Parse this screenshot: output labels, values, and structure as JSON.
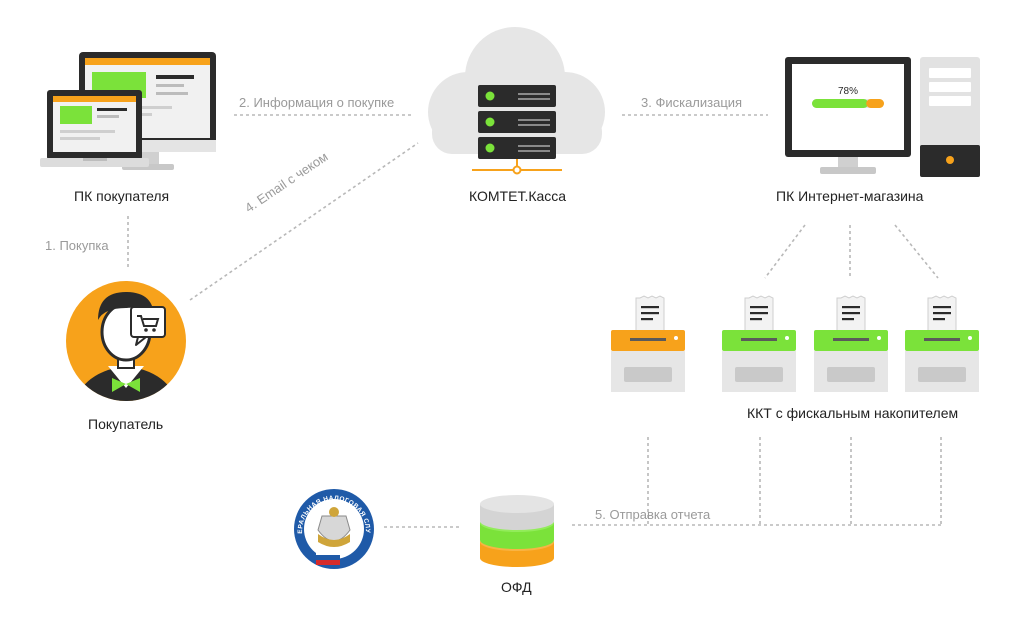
{
  "nodes": {
    "customer_pc": {
      "label": "ПК покупателя"
    },
    "customer": {
      "label": "Покупатель"
    },
    "komtet": {
      "label": "КОМТЕТ.Касса"
    },
    "shop_pc": {
      "label": "ПК Интернет-магазина",
      "progress_text": "78%",
      "progress": 0.78
    },
    "kkt": {
      "label": "ККТ с фискальным накопителем"
    },
    "ofd": {
      "label": "ОФД"
    },
    "tax_logo": {
      "text_top": "ФЕДЕРАЛЬНАЯ НАЛОГОВАЯ СЛУЖБА"
    }
  },
  "edges": {
    "purchase": "1. Покупка",
    "info": "2. Информация о покупке",
    "fiscal": "3. Фискализация",
    "email": "4. Email с чеком",
    "report": "5. Отправка отчета"
  },
  "colors": {
    "green": "#7be23a",
    "orange": "#f7a21b",
    "dark": "#2b2b2b",
    "gray": "#d9d9d9",
    "line": "#b8b8b8"
  }
}
